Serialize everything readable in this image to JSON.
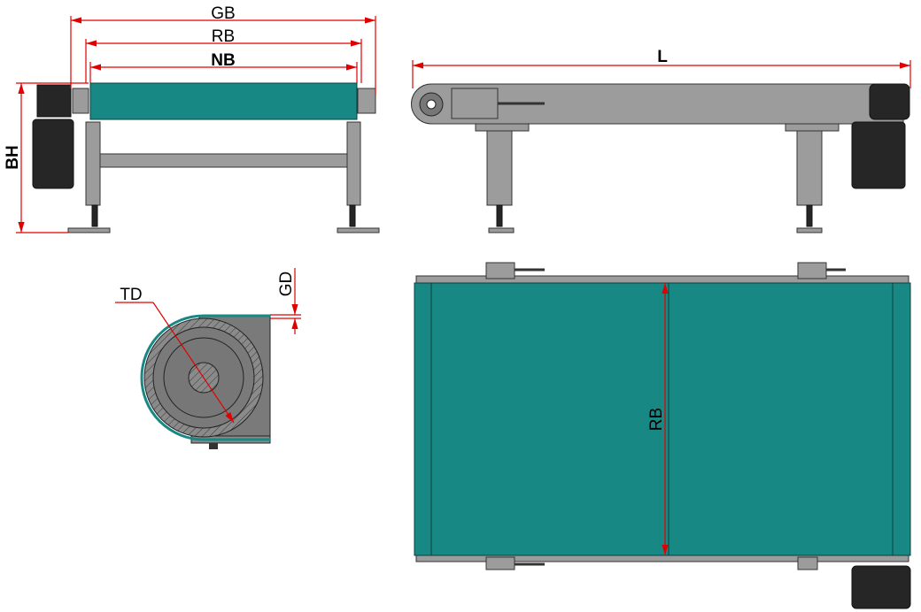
{
  "front_view": {
    "dim_gb": "GB",
    "dim_rb": "RB",
    "dim_nb": "NB",
    "dim_bh": "BH"
  },
  "side_view": {
    "dim_l": "L"
  },
  "section_view": {
    "dim_td": "TD",
    "dim_gd": "GD"
  },
  "top_view": {
    "dim_rb": "RB"
  },
  "colors": {
    "belt": "#188885",
    "dimension": "#e00000",
    "frame": "#9c9c9c",
    "motor": "#262626"
  }
}
